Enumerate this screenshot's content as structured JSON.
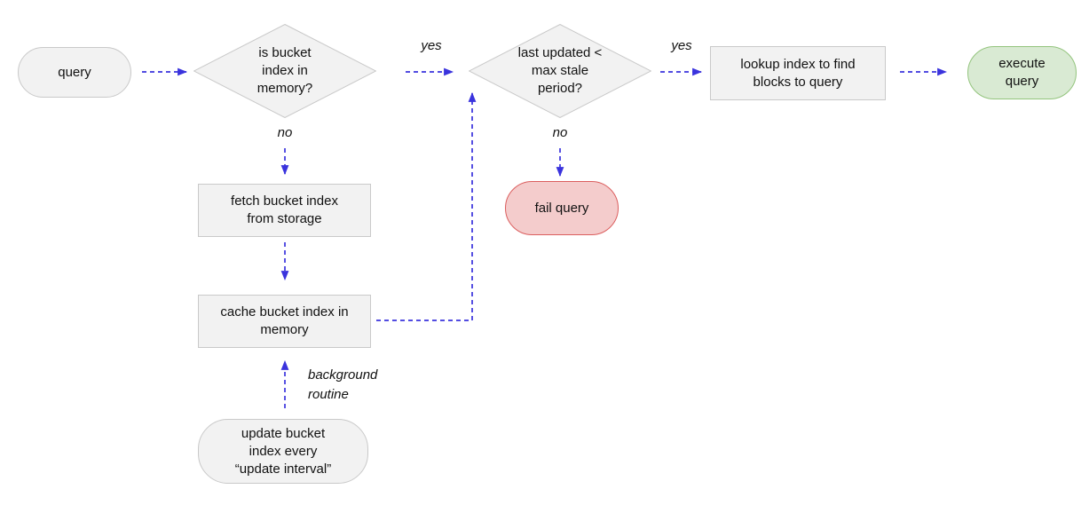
{
  "flowchart": {
    "nodes": {
      "query": {
        "type": "terminal",
        "label": "query"
      },
      "memory_check": {
        "type": "decision",
        "label": "is bucket index in memory?"
      },
      "fetch": {
        "type": "process",
        "label": "fetch bucket index from storage"
      },
      "cache": {
        "type": "process",
        "label": "cache bucket index in memory"
      },
      "update": {
        "type": "terminal",
        "label": "update bucket index every “update interval”"
      },
      "stale_check": {
        "type": "decision",
        "label": "last updated < max stale period?"
      },
      "fail": {
        "type": "terminal",
        "label": "fail query"
      },
      "lookup": {
        "type": "process",
        "label": "lookup index to find blocks to query"
      },
      "execute": {
        "type": "terminal",
        "label": "execute query"
      }
    },
    "edges": [
      {
        "from": "query",
        "to": "memory_check",
        "label": ""
      },
      {
        "from": "memory_check",
        "to": "stale_check",
        "label": "yes"
      },
      {
        "from": "memory_check",
        "to": "fetch",
        "label": "no"
      },
      {
        "from": "fetch",
        "to": "cache",
        "label": ""
      },
      {
        "from": "cache",
        "to": "stale_check",
        "label": ""
      },
      {
        "from": "update",
        "to": "cache",
        "label": "background routine"
      },
      {
        "from": "stale_check",
        "to": "lookup",
        "label": "yes"
      },
      {
        "from": "stale_check",
        "to": "fail",
        "label": "no"
      },
      {
        "from": "lookup",
        "to": "execute",
        "label": ""
      }
    ],
    "colors": {
      "page_background": "#ffffff",
      "text_color": "#111111",
      "neutral_fill": "#f2f2f2",
      "neutral_border": "#c9c9c9",
      "success_fill": "#d9ead3",
      "success_border": "#93c47d",
      "danger_fill": "#f4cccc",
      "danger_border": "#db5e5e",
      "arrow_color": "#3a33dd"
    }
  }
}
